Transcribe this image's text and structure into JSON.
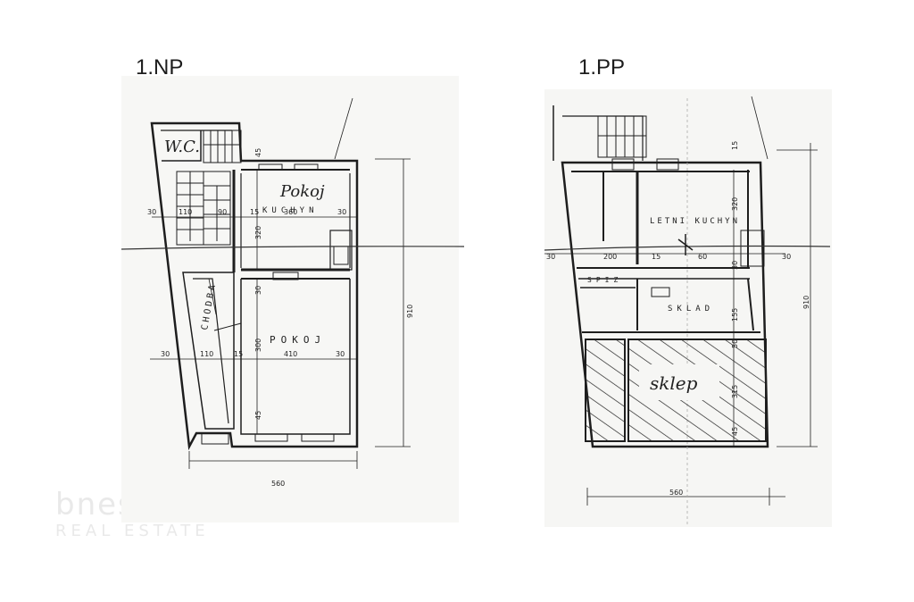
{
  "floors": [
    {
      "title": "1.NP",
      "rooms": [
        {
          "name": "W.C."
        },
        {
          "name": "Pokoj"
        },
        {
          "name": "KUCHYN"
        },
        {
          "name": "CHODBA"
        },
        {
          "name": "POKOJ"
        }
      ],
      "dims": {
        "d30a": "30",
        "d110a": "110",
        "d90": "90",
        "d15a": "15",
        "d360": "360",
        "d30b": "30",
        "d320": "320",
        "d30c": "30",
        "d300": "300",
        "d45a": "45",
        "d30d": "30",
        "d110b": "110",
        "d15b": "15",
        "d410": "410",
        "d30e": "30",
        "d45b": "45",
        "d910": "910",
        "d560": "560"
      }
    },
    {
      "title": "1.PP",
      "rooms": [
        {
          "name": "LETNI KUCHYN"
        },
        {
          "name": "SPIZ"
        },
        {
          "name": "SKLAD"
        },
        {
          "name": "sklep"
        }
      ],
      "dims": {
        "d15a": "15",
        "d320": "320",
        "d30a": "30",
        "d200": "200",
        "d15b": "15",
        "d60": "60",
        "d30b": "30",
        "d30c": "30",
        "d155": "155",
        "d50": "50",
        "d315": "315",
        "d45": "45",
        "d910": "910",
        "d560": "560"
      }
    }
  ],
  "watermark": {
    "line1": "bnesdliico",
    "line2": "REAL ESTATE"
  }
}
